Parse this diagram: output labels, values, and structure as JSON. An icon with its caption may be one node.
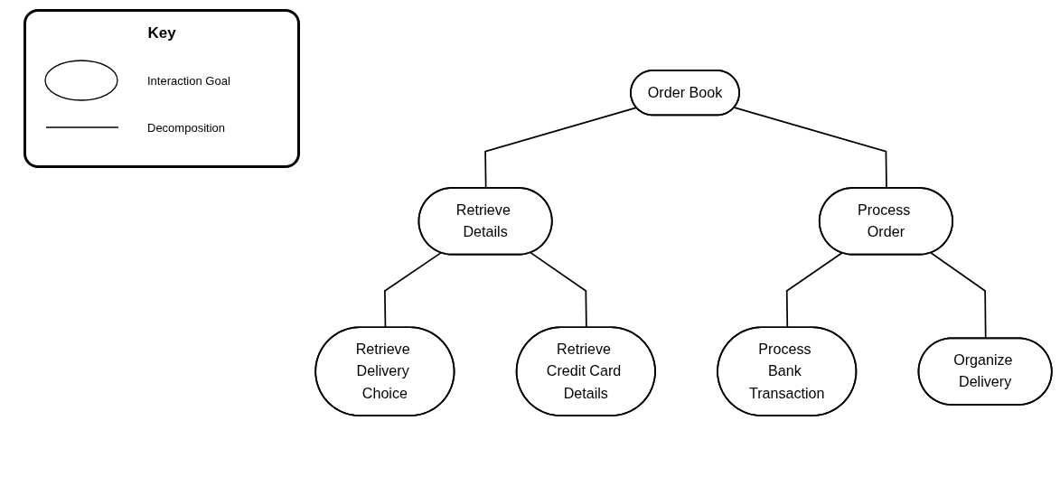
{
  "diagram": {
    "nodes": [
      {
        "text": [
          "Order Book"
        ]
      },
      {
        "text": [
          "Retrieve Details"
        ]
      },
      {
        "text": [
          "Process Order"
        ]
      },
      {
        "text": [
          "Retrieve Delivery Choice"
        ]
      },
      {
        "text": [
          "Retrieve Credit Card Details"
        ]
      },
      {
        "text": [
          "Process Bank Transaction"
        ]
      },
      {
        "text": [
          "Organize Delivery"
        ]
      }
    ],
    "edges": [
      {
        "from": 0,
        "to": 1,
        "arrow": "none"
      },
      {
        "from": 0,
        "to": 2,
        "arrow": "none"
      },
      {
        "from": 1,
        "to": 3,
        "arrow": "none"
      },
      {
        "from": 1,
        "to": 4,
        "arrow": "none"
      },
      {
        "from": 2,
        "to": 5,
        "arrow": "none"
      },
      {
        "from": 2,
        "to": 6,
        "arrow": "none"
      }
    ],
    "labels": [
      "Key"
    ],
    "legend": [
      {
        "text": "Interaction Goal"
      },
      {
        "text": "Decomposition"
      }
    ]
  }
}
